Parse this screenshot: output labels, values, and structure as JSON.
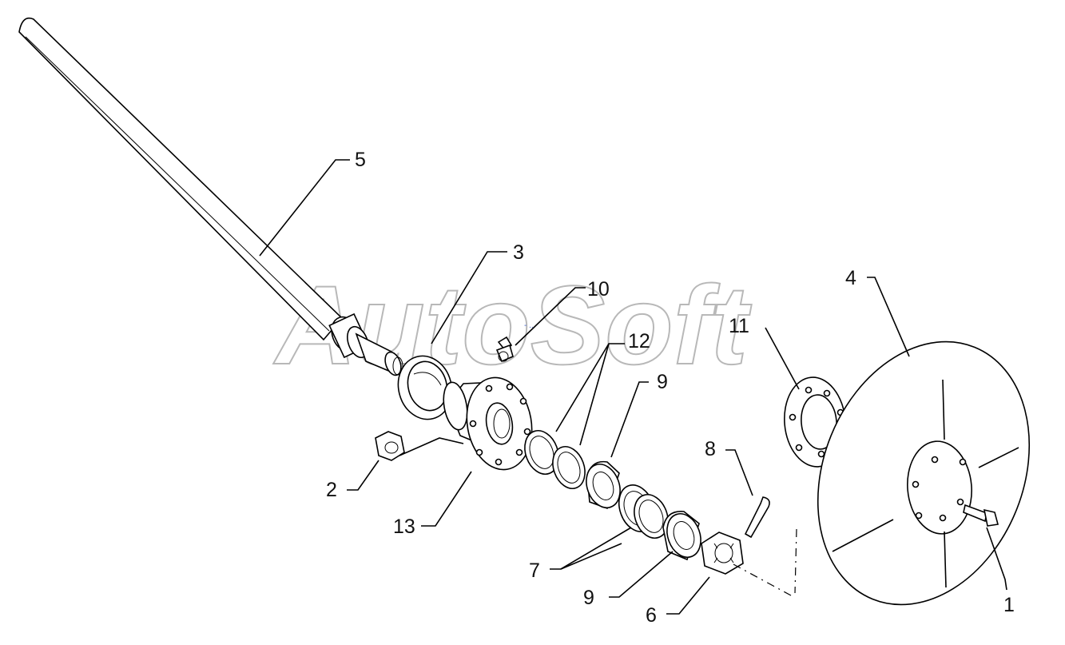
{
  "watermark": "AutoSoft",
  "callouts": [
    {
      "id": "c1",
      "label": "1"
    },
    {
      "id": "c2",
      "label": "2"
    },
    {
      "id": "c3",
      "label": "3"
    },
    {
      "id": "c4",
      "label": "4"
    },
    {
      "id": "c5",
      "label": "5"
    },
    {
      "id": "c6",
      "label": "6"
    },
    {
      "id": "c7",
      "label": "7"
    },
    {
      "id": "c8",
      "label": "8"
    },
    {
      "id": "c9a",
      "label": "9"
    },
    {
      "id": "c9b",
      "label": "9"
    },
    {
      "id": "c10",
      "label": "10"
    },
    {
      "id": "c11",
      "label": "11"
    },
    {
      "id": "c12",
      "label": "12"
    },
    {
      "id": "c13",
      "label": "13"
    }
  ]
}
